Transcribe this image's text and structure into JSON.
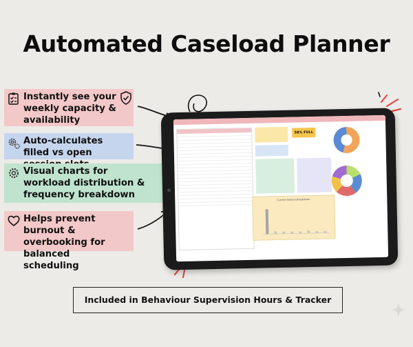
{
  "title": "Automated Caseload Planner",
  "features": [
    {
      "text": "Instantly see your weekly capacity & availability",
      "icon": "checklist-icon"
    },
    {
      "text": "Auto-calculates filled vs open session slots",
      "icon": "gears-icon"
    },
    {
      "text": "Visual charts for workload distribution & frequency breakdown",
      "icon": "gear-icon"
    },
    {
      "text": "Helps prevent burnout & overbooking for balanced scheduling",
      "icon": "heart-icon"
    }
  ],
  "tablet": {
    "fill_label": "58% FULL",
    "chart_title": "Current Session Breakdown"
  },
  "banner": "Included in Behaviour Supervision Hours & Tracker",
  "colors": {
    "background": "#ecebe7",
    "pink": "#f3c8c8",
    "blue": "#c6d5ee",
    "green": "#bfe3cf",
    "tablet": "#1b1b1b"
  }
}
